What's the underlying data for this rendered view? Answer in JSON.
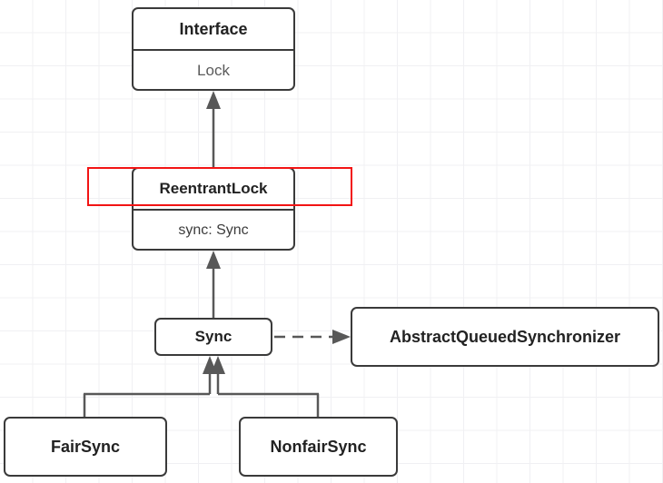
{
  "diagram": {
    "type": "uml-class-hierarchy",
    "background": "#ffffff",
    "grid_color": "#f0f0f3",
    "node_border_color": "#3a3a3a",
    "highlight_color": "#f21414",
    "nodes": [
      {
        "id": "interface-lock",
        "title": "Interface",
        "attribute": "Lock"
      },
      {
        "id": "reentrantlock",
        "title": "ReentrantLock",
        "attribute": "sync: Sync",
        "highlighted": true
      },
      {
        "id": "sync",
        "title": "Sync"
      },
      {
        "id": "abstract-queued-synchronizer",
        "title": "AbstractQueuedSynchronizer"
      },
      {
        "id": "fairsync",
        "title": "FairSync"
      },
      {
        "id": "nonfairsync",
        "title": "NonfairSync"
      }
    ],
    "edges": [
      {
        "from": "reentrantlock",
        "to": "interface-lock",
        "style": "solid",
        "arrow": "hollow-triangle-filled"
      },
      {
        "from": "sync",
        "to": "reentrantlock",
        "style": "solid",
        "arrow": "triangle"
      },
      {
        "from": "sync",
        "to": "abstract-queued-synchronizer",
        "style": "dashed",
        "arrow": "triangle"
      },
      {
        "from": "fairsync",
        "to": "sync",
        "style": "solid",
        "arrow": "triangle"
      },
      {
        "from": "nonfairsync",
        "to": "sync",
        "style": "solid",
        "arrow": "triangle"
      }
    ]
  }
}
